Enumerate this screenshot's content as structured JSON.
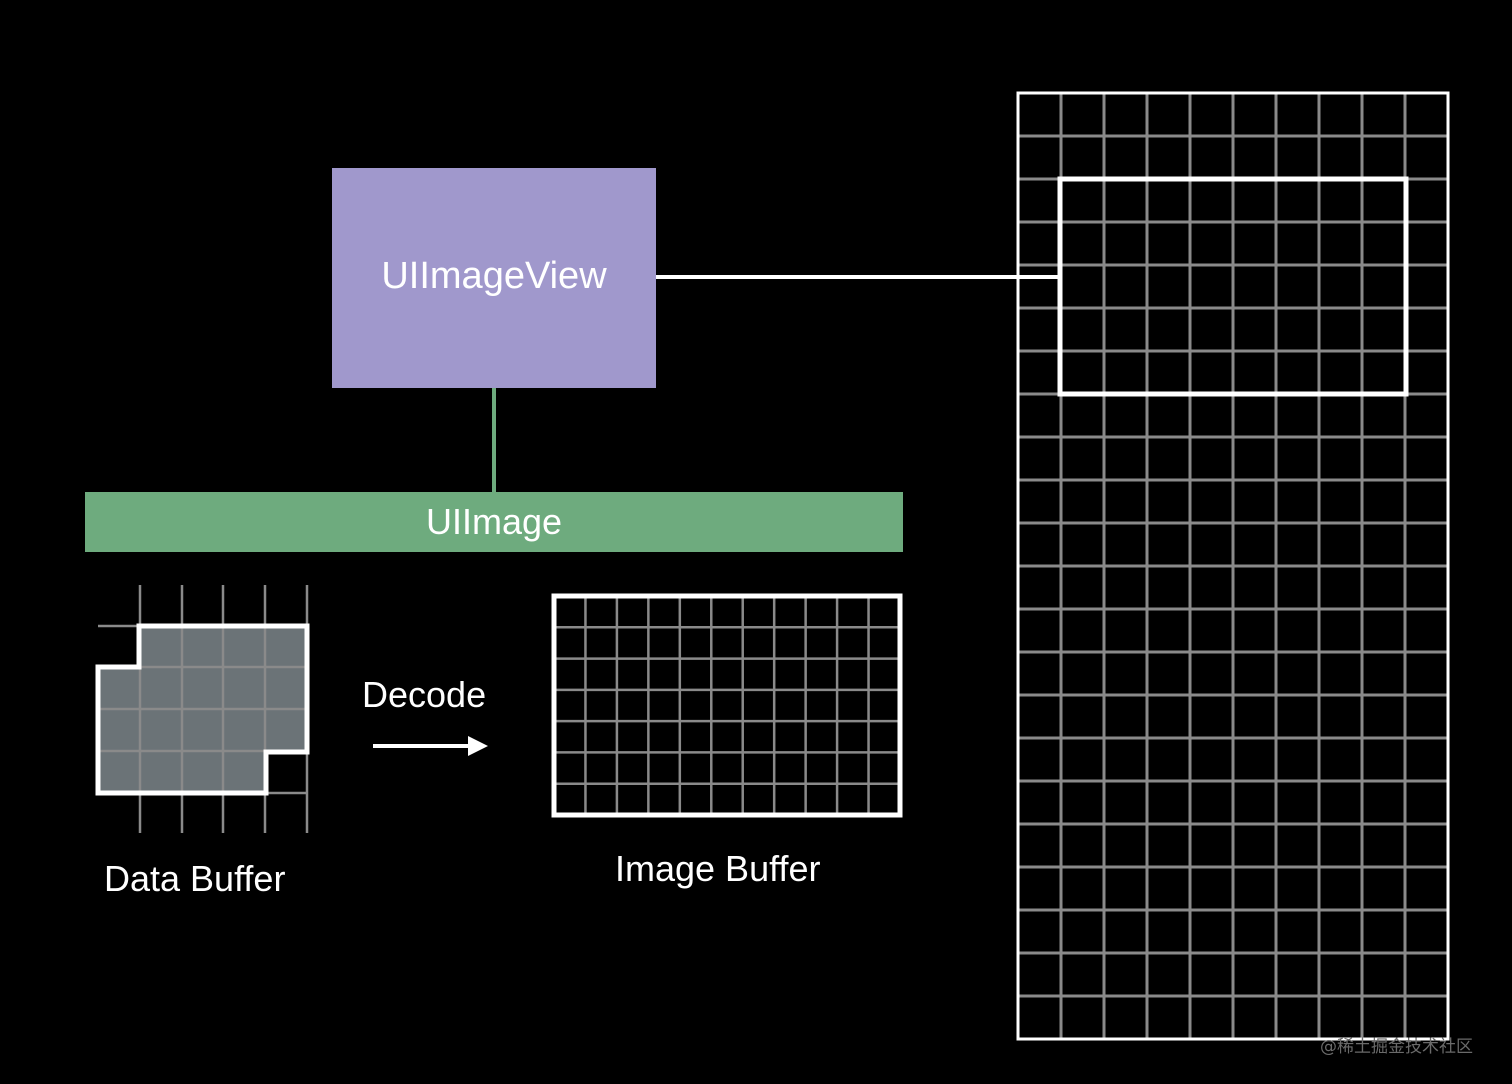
{
  "diagram": {
    "uiimageview_label": "UIImageView",
    "uiimage_label": "UIImage",
    "decode_label": "Decode",
    "data_buffer_label": "Data Buffer",
    "image_buffer_label": "Image Buffer",
    "watermark": "@稀土掘金技术社区"
  },
  "colors": {
    "background": "#000000",
    "uiimageview_fill": "#a098cc",
    "uiimage_fill": "#6eab7e",
    "connector_green": "#6eab7e",
    "grid_line": "#8a8a8a",
    "data_buffer_fill": "#6b7377",
    "outline": "#ffffff"
  }
}
